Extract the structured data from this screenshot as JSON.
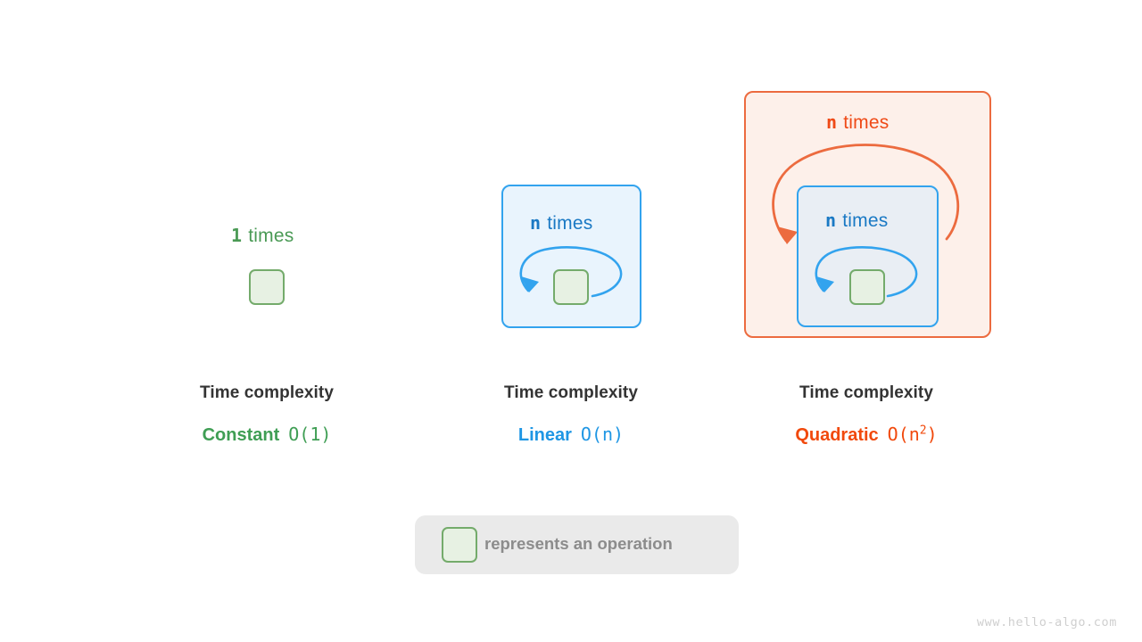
{
  "background": "#ffffff",
  "colors": {
    "green": "#4a9a55",
    "green_value": "#3f9e54",
    "blue": "#1a79c4",
    "blue_value": "#1e96e4",
    "blue_border": "#32a3ee",
    "blue_fill": "#e9f4fd",
    "blue_fill_on_orange": "#e9eef4",
    "orange": "#ef4a17",
    "orange_value": "#f1490c",
    "orange_border": "#ec6b3f",
    "orange_fill": "#fdf0ea",
    "op_border": "#74ab6b",
    "op_fill": "#e7f1e3",
    "title_text": "#333333",
    "legend_bg": "#eaeaea",
    "legend_text": "#8c8c8c",
    "watermark": "#cfcfcf"
  },
  "panels": [
    {
      "id": "constant",
      "loop_count": "1",
      "loop_word": "times",
      "title": "Time complexity",
      "value_name": "Constant",
      "value_bigo": "O(1)",
      "value_bigo_base": "O(1)",
      "value_bigo_sup": "",
      "accent": "#3f9e54"
    },
    {
      "id": "linear",
      "loop_count": "n",
      "loop_word": "times",
      "title": "Time complexity",
      "value_name": "Linear",
      "value_bigo": "O(n)",
      "value_bigo_base": "O(n)",
      "value_bigo_sup": "",
      "accent": "#1e96e4"
    },
    {
      "id": "quadratic",
      "outer_loop_count": "n",
      "outer_loop_word": "times",
      "loop_count": "n",
      "loop_word": "times",
      "title": "Time complexity",
      "value_name": "Quadratic",
      "value_bigo": "O(n2)",
      "value_bigo_base": "O(n",
      "value_bigo_sup": "2",
      "value_bigo_tail": ")",
      "accent": "#f1490c"
    }
  ],
  "legend": {
    "text": "represents an operation",
    "icon": "operation-square"
  },
  "watermark": "www.hello-algo.com"
}
